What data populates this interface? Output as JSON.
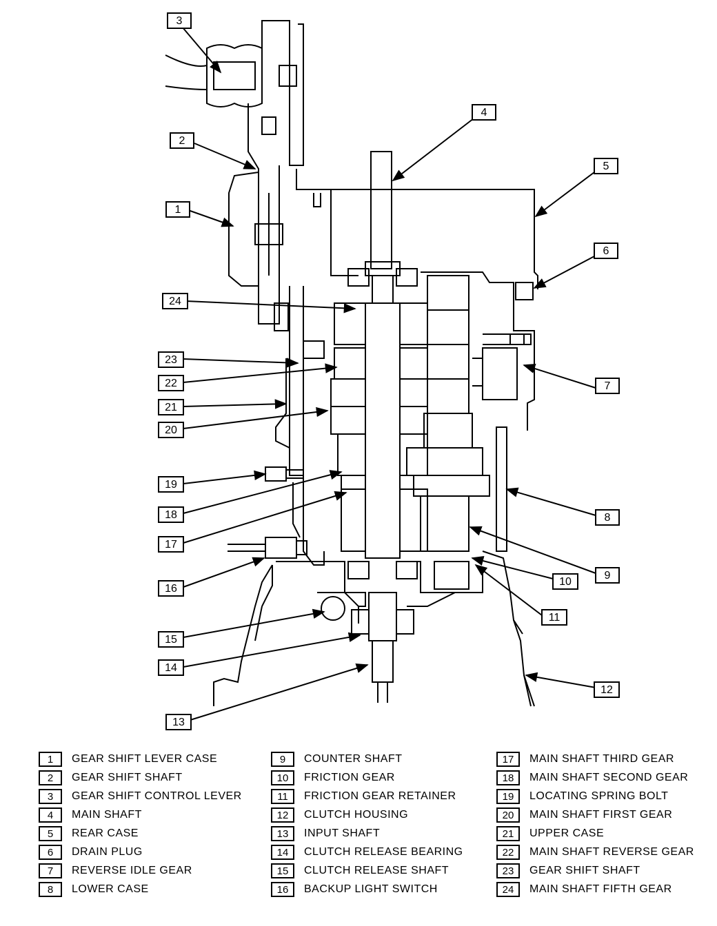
{
  "callouts": [
    "1",
    "2",
    "3",
    "4",
    "5",
    "6",
    "7",
    "8",
    "9",
    "10",
    "11",
    "12",
    "13",
    "14",
    "15",
    "16",
    "17",
    "18",
    "19",
    "20",
    "21",
    "22",
    "23",
    "24"
  ],
  "legend": [
    {
      "num": "1",
      "label": "GEAR SHIFT LEVER CASE"
    },
    {
      "num": "2",
      "label": "GEAR SHIFT SHAFT"
    },
    {
      "num": "3",
      "label": "GEAR SHIFT CONTROL LEVER"
    },
    {
      "num": "4",
      "label": "MAIN SHAFT"
    },
    {
      "num": "5",
      "label": "REAR CASE"
    },
    {
      "num": "6",
      "label": "DRAIN PLUG"
    },
    {
      "num": "7",
      "label": "REVERSE IDLE GEAR"
    },
    {
      "num": "8",
      "label": "LOWER CASE"
    },
    {
      "num": "9",
      "label": "COUNTER SHAFT"
    },
    {
      "num": "10",
      "label": "FRICTION GEAR"
    },
    {
      "num": "11",
      "label": "FRICTION GEAR RETAINER"
    },
    {
      "num": "12",
      "label": "CLUTCH HOUSING"
    },
    {
      "num": "13",
      "label": "INPUT SHAFT"
    },
    {
      "num": "14",
      "label": "CLUTCH RELEASE BEARING"
    },
    {
      "num": "15",
      "label": "CLUTCH RELEASE SHAFT"
    },
    {
      "num": "16",
      "label": "BACKUP LIGHT SWITCH"
    },
    {
      "num": "17",
      "label": "MAIN SHAFT THIRD GEAR"
    },
    {
      "num": "18",
      "label": "MAIN SHAFT SECOND GEAR"
    },
    {
      "num": "19",
      "label": "LOCATING SPRING BOLT"
    },
    {
      "num": "20",
      "label": "MAIN SHAFT FIRST GEAR"
    },
    {
      "num": "21",
      "label": "UPPER CASE"
    },
    {
      "num": "22",
      "label": "MAIN SHAFT REVERSE GEAR"
    },
    {
      "num": "23",
      "label": "GEAR SHIFT SHAFT"
    },
    {
      "num": "24",
      "label": "MAIN SHAFT FIFTH GEAR"
    }
  ]
}
